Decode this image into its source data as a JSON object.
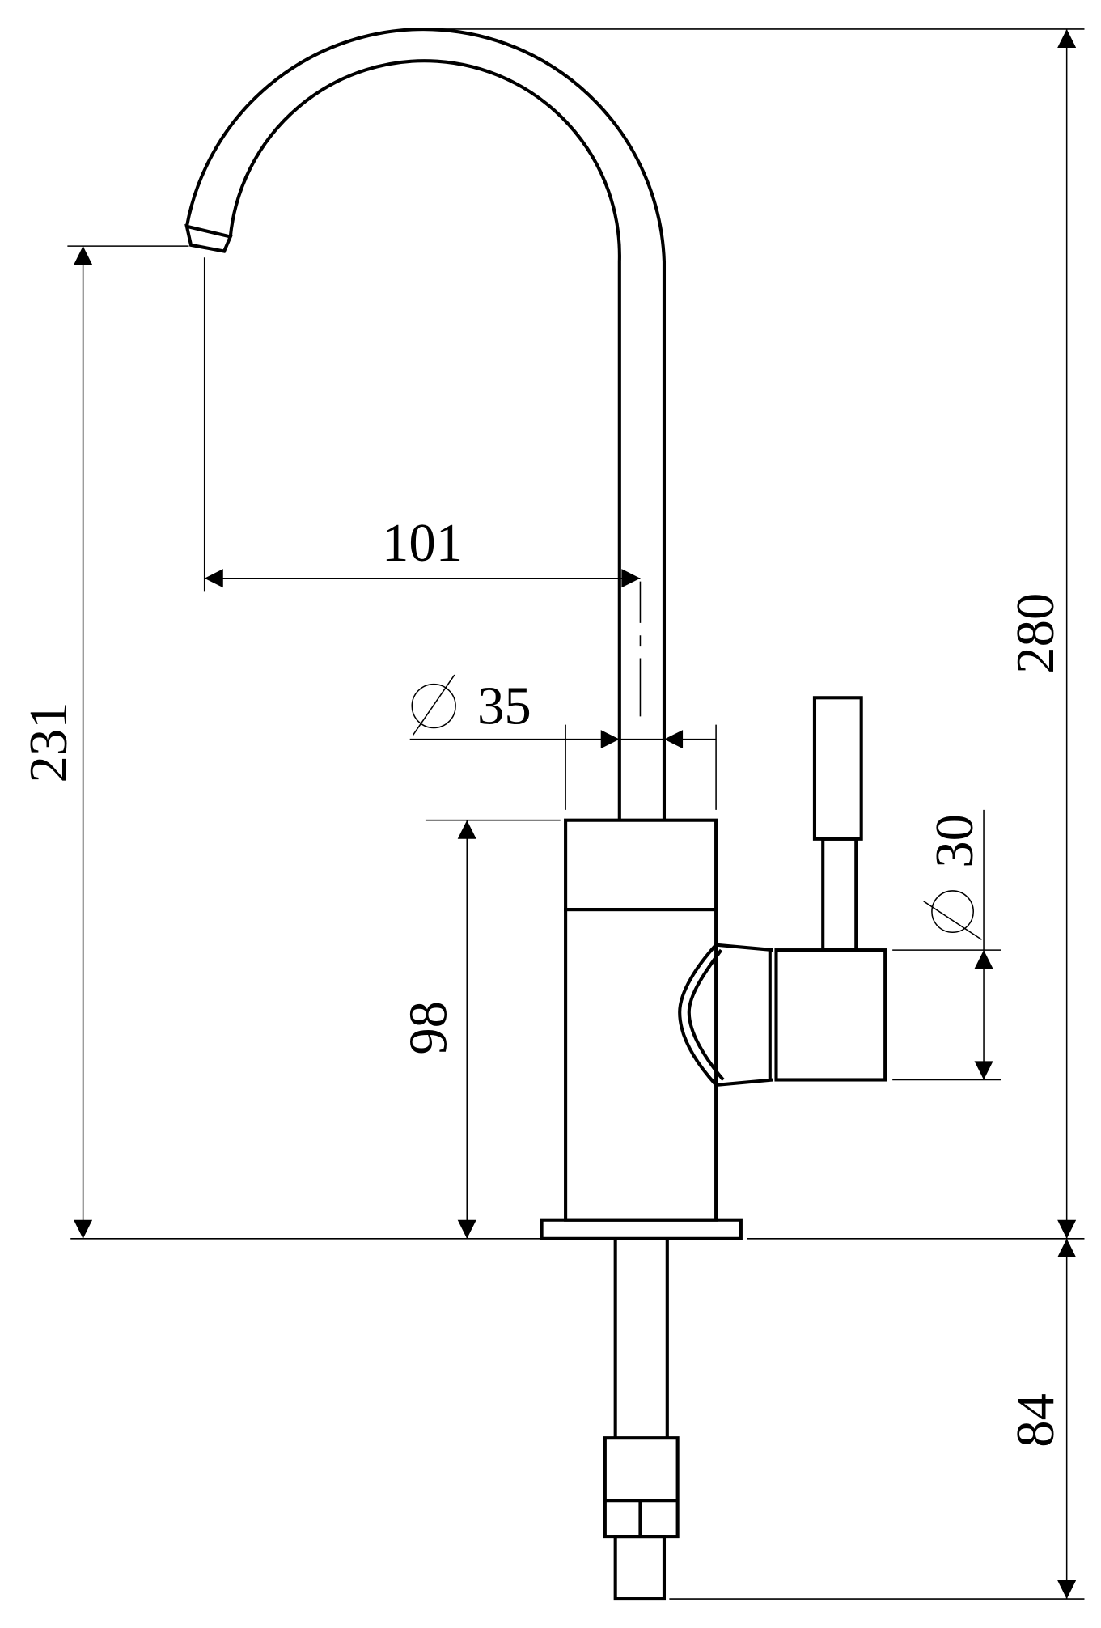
{
  "drawing": {
    "subject": "faucet",
    "units": "mm",
    "dimensions": {
      "total_height": "280",
      "spout_height": "231",
      "spout_reach": "101",
      "spout_diameter": "35",
      "diameter_symbol": "Ø",
      "body_height": "98",
      "handle_diameter": "30",
      "shank_length": "84"
    }
  }
}
